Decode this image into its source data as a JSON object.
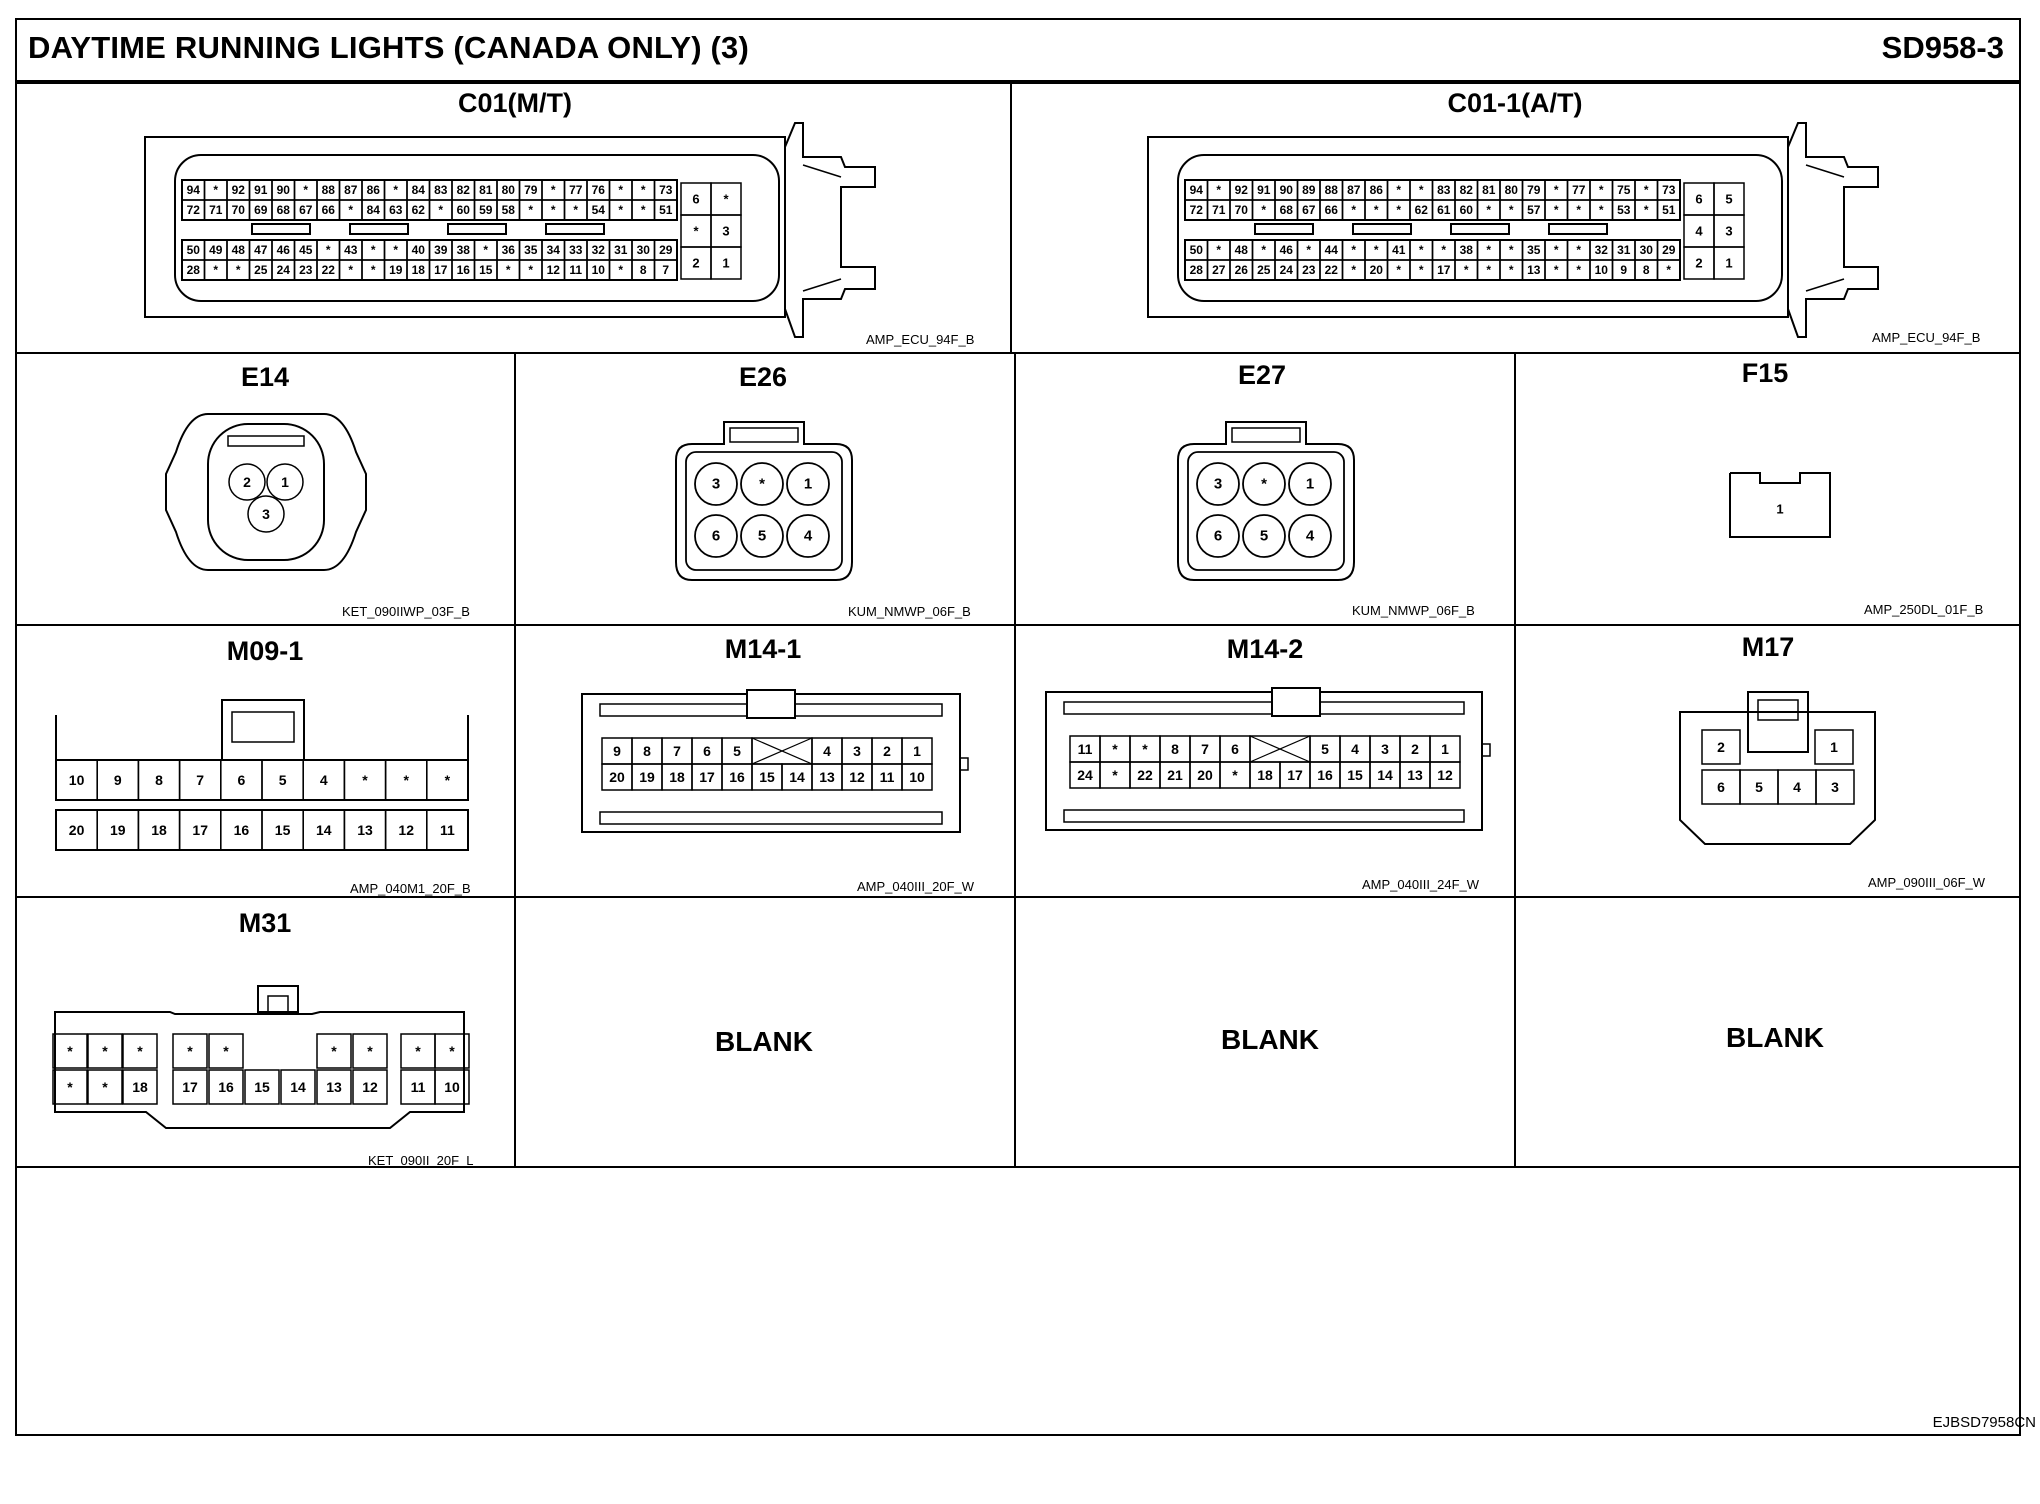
{
  "header": {
    "title": "DAYTIME RUNNING LIGHTS (CANADA ONLY) (3)",
    "sheet": "SD958-3"
  },
  "footer": {
    "code": "EJBSD7958CN"
  },
  "connectors": {
    "c01": {
      "label": "C01(M/T)",
      "code": "AMP_ECU_94F_B",
      "rows": [
        [
          "94",
          "*",
          "92",
          "91",
          "90",
          "*",
          "88",
          "87",
          "86",
          "*",
          "84",
          "83",
          "82",
          "81",
          "80",
          "79",
          "*",
          "77",
          "76",
          "*",
          "*",
          "73"
        ],
        [
          "72",
          "71",
          "70",
          "69",
          "68",
          "67",
          "66",
          "*",
          "84",
          "63",
          "62",
          "*",
          "60",
          "59",
          "58",
          "*",
          "*",
          "*",
          "54",
          "*",
          "*",
          "51"
        ],
        [
          "50",
          "49",
          "48",
          "47",
          "46",
          "45",
          "*",
          "43",
          "*",
          "*",
          "40",
          "39",
          "38",
          "*",
          "36",
          "35",
          "34",
          "33",
          "32",
          "31",
          "30",
          "29"
        ],
        [
          "28",
          "*",
          "*",
          "25",
          "24",
          "23",
          "22",
          "*",
          "*",
          "19",
          "18",
          "17",
          "16",
          "15",
          "*",
          "*",
          "12",
          "11",
          "10",
          "*",
          "8",
          "7"
        ]
      ],
      "side": [
        [
          "6",
          "*"
        ],
        [
          "*",
          "3"
        ],
        [
          "2",
          "1"
        ]
      ]
    },
    "c01_1": {
      "label": "C01-1(A/T)",
      "code": "AMP_ECU_94F_B",
      "rows": [
        [
          "94",
          "*",
          "92",
          "91",
          "90",
          "89",
          "88",
          "87",
          "86",
          "*",
          "*",
          "83",
          "82",
          "81",
          "80",
          "79",
          "*",
          "77",
          "*",
          "75",
          "*",
          "73"
        ],
        [
          "72",
          "71",
          "70",
          "*",
          "68",
          "67",
          "66",
          "*",
          "*",
          "*",
          "62",
          "61",
          "60",
          "*",
          "*",
          "57",
          "*",
          "*",
          "*",
          "53",
          "*",
          "51"
        ],
        [
          "50",
          "*",
          "48",
          "*",
          "46",
          "*",
          "44",
          "*",
          "*",
          "41",
          "*",
          "*",
          "38",
          "*",
          "*",
          "35",
          "*",
          "*",
          "32",
          "31",
          "30",
          "29"
        ],
        [
          "28",
          "27",
          "26",
          "25",
          "24",
          "23",
          "22",
          "*",
          "20",
          "*",
          "*",
          "17",
          "*",
          "*",
          "*",
          "13",
          "*",
          "*",
          "10",
          "9",
          "8",
          "*"
        ]
      ],
      "side": [
        [
          "6",
          "5"
        ],
        [
          "4",
          "3"
        ],
        [
          "2",
          "1"
        ]
      ]
    },
    "e14": {
      "label": "E14",
      "code": "KET_090IIWP_03F_B",
      "pins": [
        "2",
        "1",
        "3"
      ]
    },
    "e26": {
      "label": "E26",
      "code": "KUM_NMWP_06F_B",
      "pins": [
        [
          "3",
          "*",
          "1"
        ],
        [
          "6",
          "5",
          "4"
        ]
      ]
    },
    "e27": {
      "label": "E27",
      "code": "KUM_NMWP_06F_B",
      "pins": [
        [
          "3",
          "*",
          "1"
        ],
        [
          "6",
          "5",
          "4"
        ]
      ]
    },
    "f15": {
      "label": "F15",
      "code": "AMP_250DL_01F_B",
      "pins": [
        "1"
      ]
    },
    "m09_1": {
      "label": "M09-1",
      "code": "AMP_040M1_20F_B",
      "pins": [
        [
          "10",
          "9",
          "8",
          "7",
          "6",
          "5",
          "4",
          "*",
          "*",
          "*"
        ],
        [
          "20",
          "19",
          "18",
          "17",
          "16",
          "15",
          "14",
          "13",
          "12",
          "11"
        ]
      ]
    },
    "m14_1": {
      "label": "M14-1",
      "code": "AMP_040III_20F_W",
      "pins": [
        [
          "9",
          "8",
          "7",
          "6",
          "5",
          "X",
          "4",
          "3",
          "2",
          "1"
        ],
        [
          "20",
          "19",
          "18",
          "17",
          "16",
          "15",
          "14",
          "13",
          "12",
          "11",
          "10"
        ]
      ]
    },
    "m14_2": {
      "label": "M14-2",
      "code": "AMP_040III_24F_W",
      "pins": [
        [
          "11",
          "*",
          "*",
          "8",
          "7",
          "6",
          "X",
          "5",
          "4",
          "3",
          "2",
          "1"
        ],
        [
          "24",
          "*",
          "22",
          "21",
          "20",
          "*",
          "18",
          "17",
          "16",
          "15",
          "14",
          "13",
          "12"
        ]
      ]
    },
    "m17": {
      "label": "M17",
      "code": "AMP_090III_06F_W",
      "pins": [
        [
          "2",
          "1"
        ],
        [
          "6",
          "5",
          "4",
          "3"
        ]
      ]
    },
    "m31": {
      "label": "M31",
      "code": "KET_090II_20F_L",
      "pins": [
        [
          "*",
          "*",
          "*",
          "*",
          "*",
          "*",
          "*",
          "*",
          "*"
        ],
        [
          "*",
          "*",
          "18",
          "17",
          "16",
          "15",
          "14",
          "13",
          "12",
          "11",
          "10"
        ]
      ]
    }
  },
  "blanks": [
    "BLANK",
    "BLANK",
    "BLANK"
  ]
}
